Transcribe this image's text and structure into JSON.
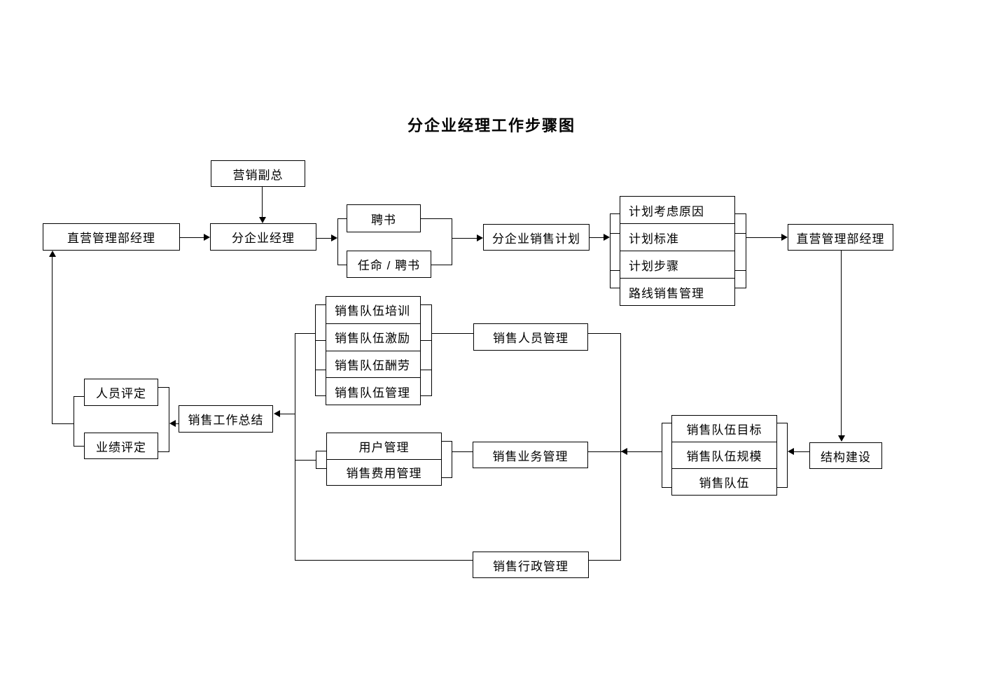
{
  "title": "分企业经理工作步骤图",
  "colors": {
    "line": "#000000",
    "background": "#ffffff",
    "text": "#000000"
  },
  "nodes": {
    "marketing_vp": "营销副总",
    "direct_mgmt_manager_left": "直营管理部经理",
    "branch_manager": "分企业经理",
    "letter_of_appointment": "聘书",
    "appointment_slash_letter": "任命 / 聘书",
    "branch_sales_plan": "分企业销售计划",
    "direct_mgmt_manager_right": "直营管理部经理",
    "sales_personnel_mgmt": "销售人员管理",
    "personnel_evaluation": "人员评定",
    "performance_evaluation": "业绩评定",
    "sales_work_summary": "销售工作总结",
    "sales_business_mgmt": "销售业务管理",
    "structure_building": "结构建设",
    "sales_admin_mgmt": "销售行政管理"
  },
  "stacks": {
    "plan": {
      "rows": [
        "计划考虑原因",
        "计划标准",
        "计划步骤",
        "路线销售管理"
      ]
    },
    "team": {
      "rows": [
        "销售队伍培训",
        "销售队伍激励",
        "销售队伍酬劳",
        "销售队伍管理"
      ]
    },
    "user": {
      "rows": [
        "用户管理",
        "销售费用管理"
      ]
    },
    "target": {
      "rows": [
        "销售队伍目标",
        "销售队伍规模",
        "销售队伍"
      ]
    }
  }
}
